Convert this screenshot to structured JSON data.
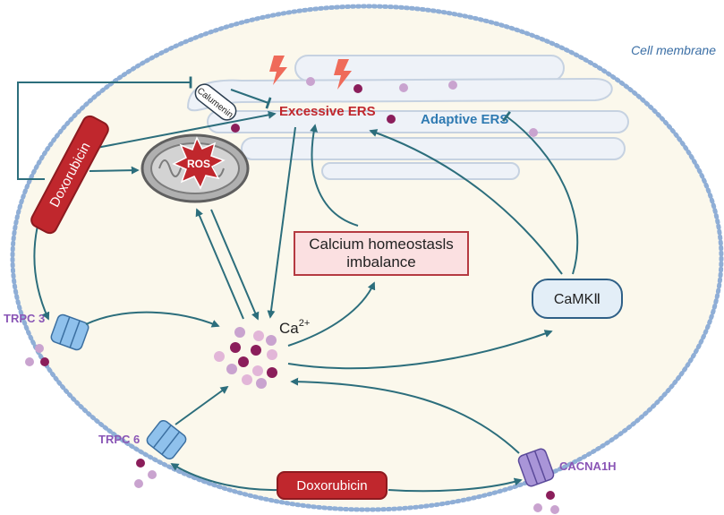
{
  "labels": {
    "cell_membrane": "Cell membrane",
    "calumenin": "Calumenin",
    "excessive_ers": "Excessive ERS",
    "adaptive_ers": "Adaptive ERS",
    "ros": "ROS",
    "doxorubicin_top": "Doxorubicin",
    "doxorubicin_bottom": "Doxorubicin",
    "calcium_box": "Calcium homeostasls imbalance",
    "camkii": "CaMKⅡ",
    "calcium_ion_base": "Ca",
    "calcium_ion_charge": "2+",
    "trpc3": "TRPC 3",
    "trpc6": "TRPC 6",
    "cacna1h": "CACNA1H"
  },
  "colors": {
    "membrane": "#8faed6",
    "cytoplasm": "#fbf8ec",
    "arrow": "#2c6e7c",
    "drug_red": "#c0272d",
    "box_pink": "#fbe0e1",
    "channel_blue": "#8fc1ec",
    "channel_purple": "#a995d8",
    "label_purple": "#8a56b6",
    "dot_dark": "#8b1e5b",
    "dot_light": "#c9a3cf",
    "er_fill": "#eef2f8",
    "er_stroke": "#c6d2e1",
    "excessive_text": "#c0272d",
    "adaptive_text": "#2f7ab2"
  },
  "icons": [
    "lightning-icon",
    "mitochondrion-icon",
    "ros-burst-icon",
    "ion-channel-icon"
  ]
}
